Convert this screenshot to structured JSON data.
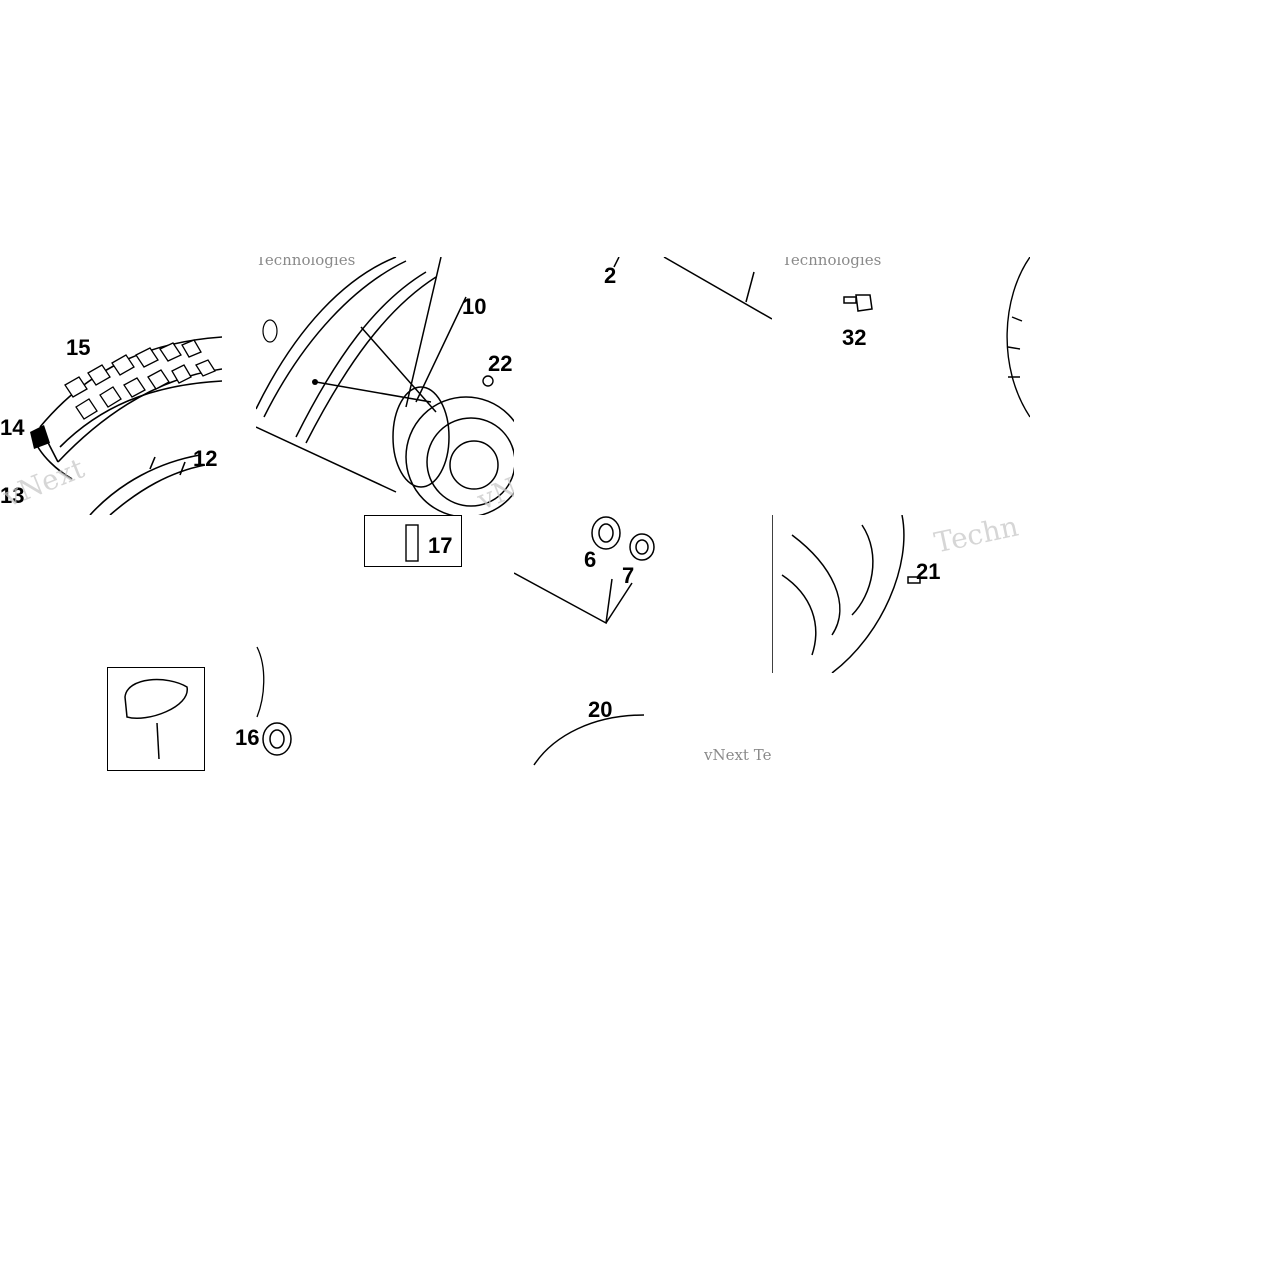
{
  "diagram": {
    "part_numbers": [
      "15",
      "14",
      "13",
      "12",
      "10",
      "22",
      "17",
      "2",
      "32",
      "6",
      "7",
      "21",
      "20",
      "16"
    ],
    "watermark_texts": [
      "vNext",
      "Technologies",
      "Techn",
      "vNext Te"
    ]
  }
}
